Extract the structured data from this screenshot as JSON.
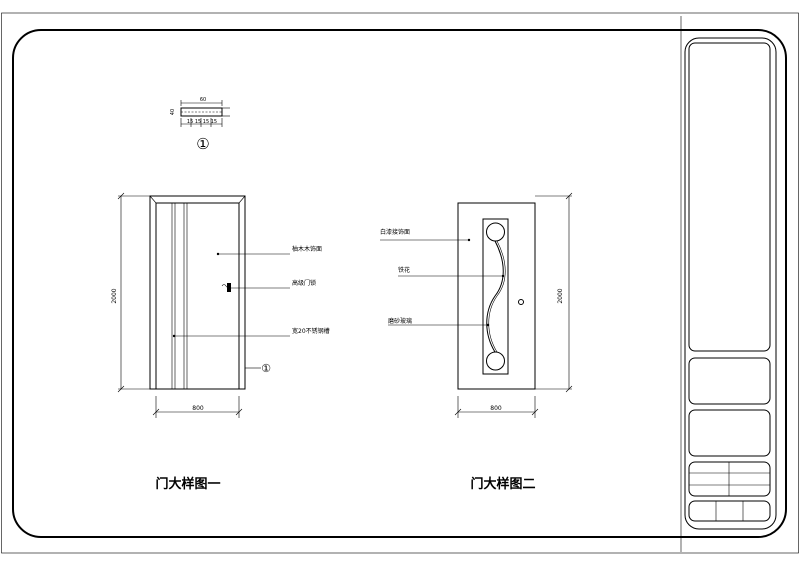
{
  "detail_marker": {
    "width": "60",
    "thickness": "40",
    "segments": "15 15 15 15",
    "number": "①"
  },
  "door_one": {
    "title": "门大样图一",
    "height": "2000",
    "width": "800",
    "callout_marker": "①",
    "annotations": [
      "柚木木饰面",
      "高级门锁",
      "宽20不锈钢槽"
    ]
  },
  "door_two": {
    "title": "门大样图二",
    "height": "2000",
    "width": "800",
    "annotations": [
      "白漆接饰面",
      "铁花",
      "磨砂玻璃"
    ]
  }
}
